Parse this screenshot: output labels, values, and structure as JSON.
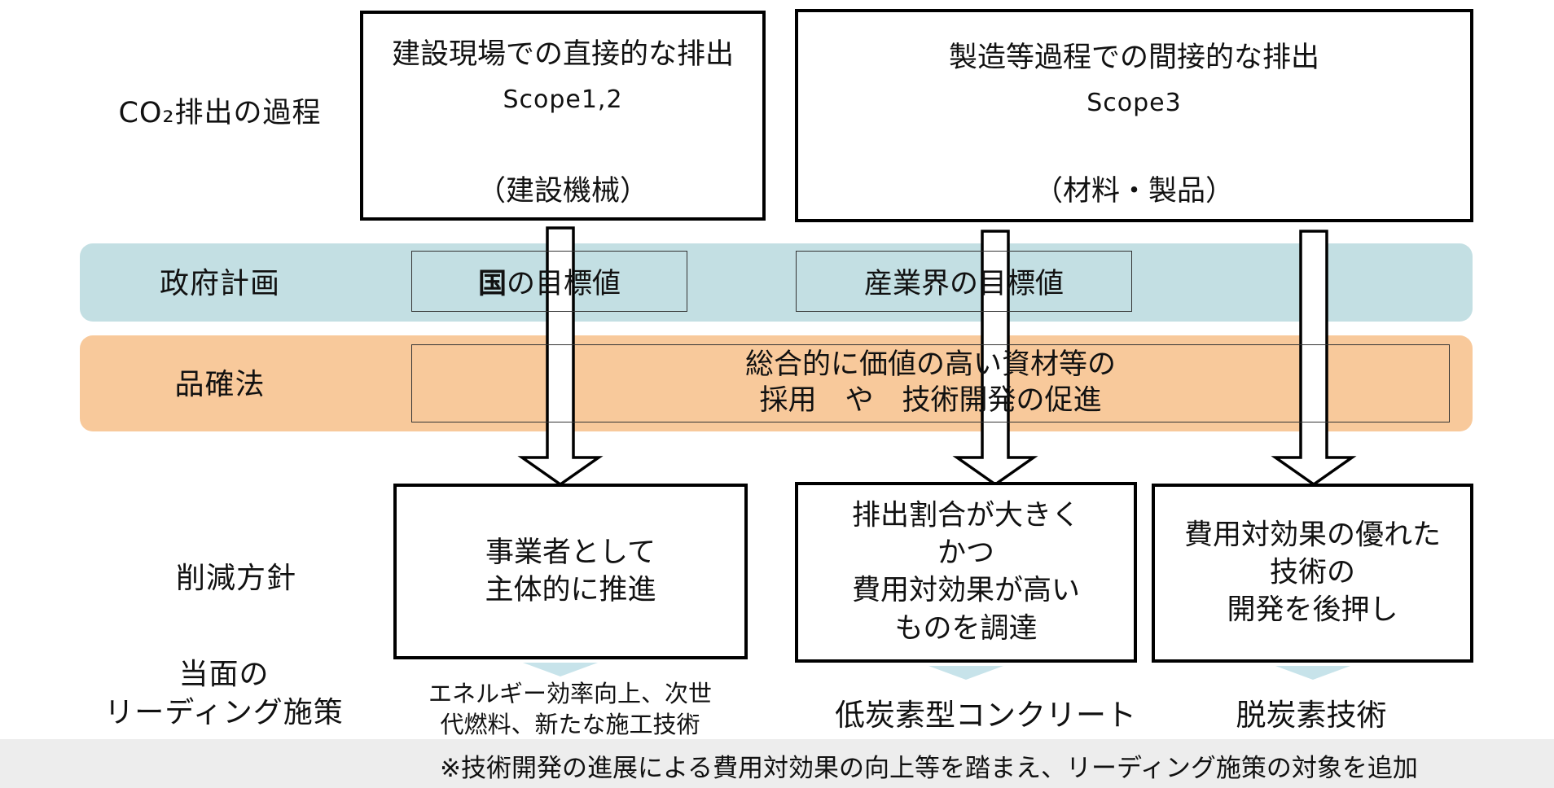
{
  "row_labels": {
    "process": "CO₂排出の過程",
    "government": "政府計画",
    "law": "品確法",
    "policy": "削減方針",
    "leading": [
      "当面の",
      "リーディング施策"
    ]
  },
  "process_boxes": {
    "direct": {
      "title": "建設現場での直接的な排出",
      "scope": "Scope1,2",
      "note": "（建設機械）"
    },
    "indirect": {
      "title": "製造等過程での間接的な排出",
      "scope": "Scope3",
      "note": "（材料・製品）"
    }
  },
  "targets": {
    "national_bold": "国",
    "national_rest": "の目標値",
    "industry": "産業界の目標値"
  },
  "law_box": [
    "総合的に価値の高い資材等の",
    "採用　や　技術開発の促進"
  ],
  "policy_boxes": [
    {
      "lines": [
        "事業者として",
        "主体的に推進"
      ]
    },
    {
      "lines": [
        "排出割合が大きく",
        "かつ",
        "費用対効果が高い",
        "ものを調達"
      ]
    },
    {
      "lines": [
        "費用対効果の優れた",
        "技術の",
        "開発を後押し"
      ]
    }
  ],
  "measures": {
    "m1": [
      "エネルギー効率向上、次世",
      "代燃料、新たな施工技術"
    ],
    "m2": "低炭素型コンクリート",
    "m3": "脱炭素技術"
  },
  "footnote": "※技術開発の進展による費用対効果の向上等を踏まえ、リーディング施策の対象を追加",
  "colors": {
    "gov_band": "#c3dfe3",
    "law_band": "#f8c99b",
    "measure_marker": "#c7e3ea",
    "footer_bg": "#ededed"
  }
}
